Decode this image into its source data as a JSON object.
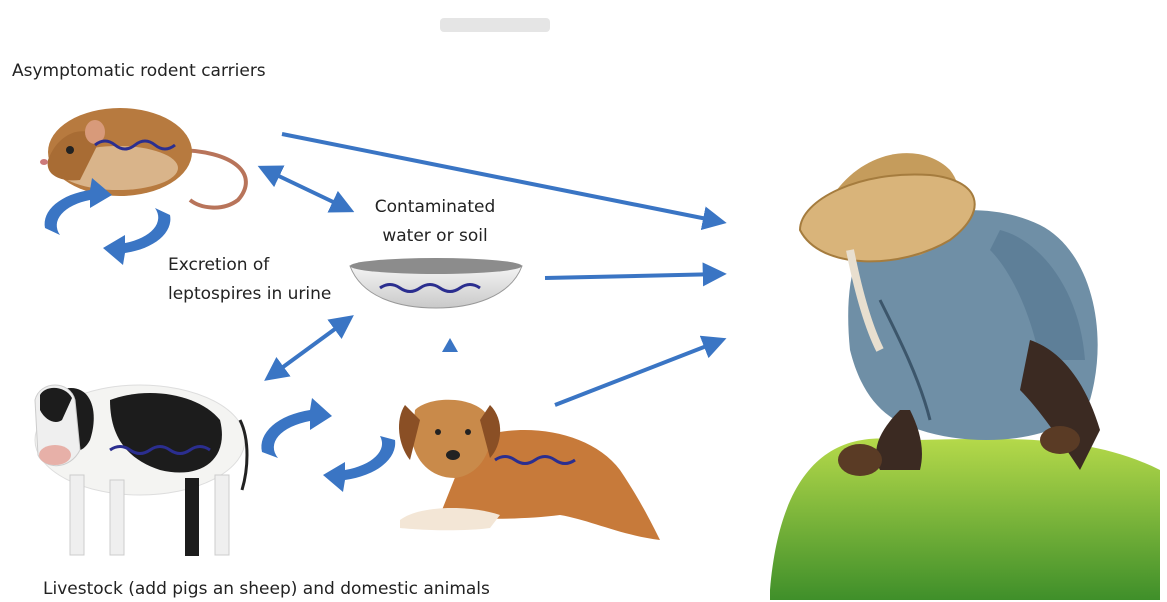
{
  "labels": {
    "rodents": "Asymptomatic rodent carriers",
    "reservoir": [
      "Contaminated",
      "water or soil"
    ],
    "excretion": [
      "Excretion of",
      "leptospires in urine"
    ],
    "livestock": "Livestock (add pigs an sheep) and domestic animals"
  },
  "figures": {
    "rodent": "rat-illustration",
    "bowl": "contaminated-bowl",
    "cow": "cow-illustration",
    "dog": "dog-illustration",
    "farmer": "rice-farmer-illustration"
  },
  "colors": {
    "arrow": "#3a75c4",
    "leptospire": "#2b2e8f"
  }
}
